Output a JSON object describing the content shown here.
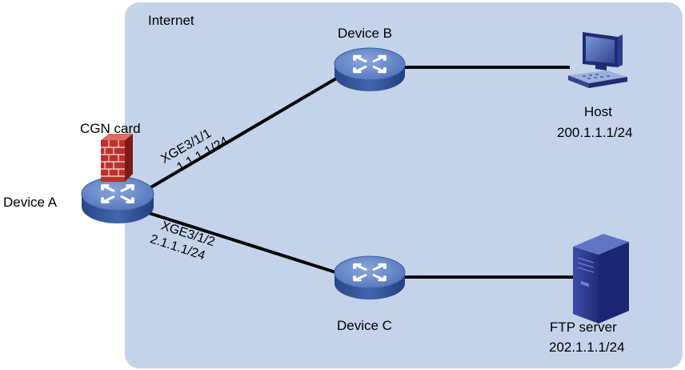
{
  "region": {
    "label": "Internet",
    "fill": "#c5d3ea"
  },
  "devices": {
    "device_a": {
      "label": "Device A",
      "card_label": "CGN card"
    },
    "device_b": {
      "label": "Device B"
    },
    "device_c": {
      "label": "Device C"
    },
    "host": {
      "label": "Host",
      "ip": "200.1.1.1/24"
    },
    "ftp_server": {
      "label": "FTP server",
      "ip": "202.1.1.1/24"
    }
  },
  "links": {
    "a_to_b": {
      "interface": "XGE3/1/1",
      "ip": "1.1.1.1/24"
    },
    "a_to_c": {
      "interface": "XGE3/1/2",
      "ip": "2.1.1.1/24"
    }
  },
  "colors": {
    "router_top": "#5d7fc4",
    "router_side": "#2f4f93",
    "firewall": "#c0302a",
    "server": "#2a3a8c",
    "link": "#000000"
  },
  "icons": {
    "router": "router-icon",
    "firewall": "firewall-icon",
    "host": "desktop-computer-icon",
    "server": "server-tower-icon"
  }
}
